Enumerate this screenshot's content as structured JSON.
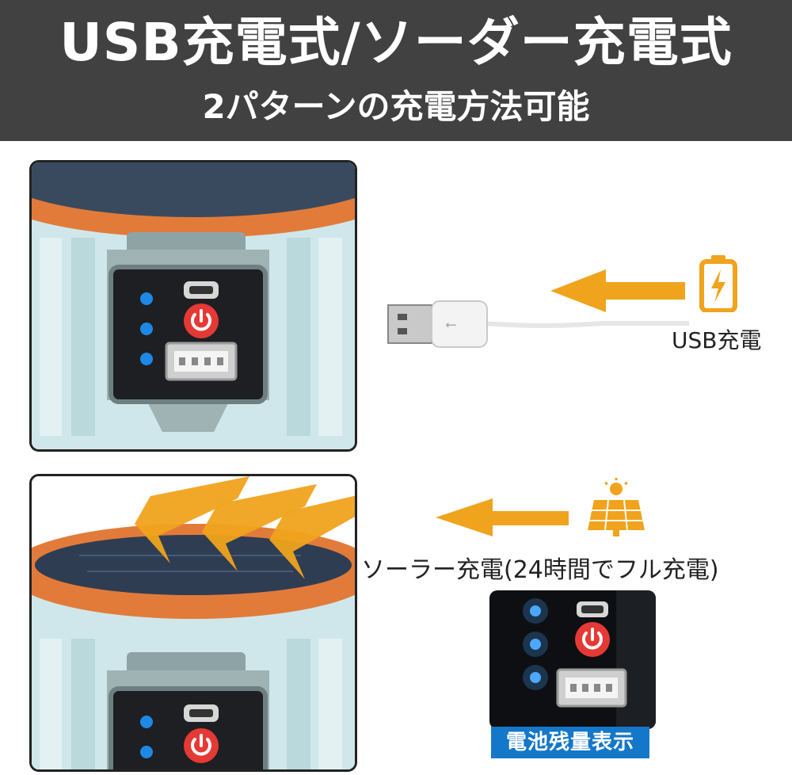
{
  "header": {
    "title": "USB充電式/ソーダー充電式",
    "subtitle": "2パターンの充電方法可能"
  },
  "usb_section": {
    "label": "USB充電"
  },
  "solar_section": {
    "label": "ソーラー充電(24時間でフル充電)"
  },
  "battery_indicator": {
    "label": "電池残量表示"
  },
  "colors": {
    "header_bg": "#414141",
    "arrow": "#f0a31c",
    "ring": "#e27b3a",
    "body": "#cfe7ea",
    "power_button": "#e53935",
    "led": "#1e88e5",
    "badge": "#1477c9"
  }
}
